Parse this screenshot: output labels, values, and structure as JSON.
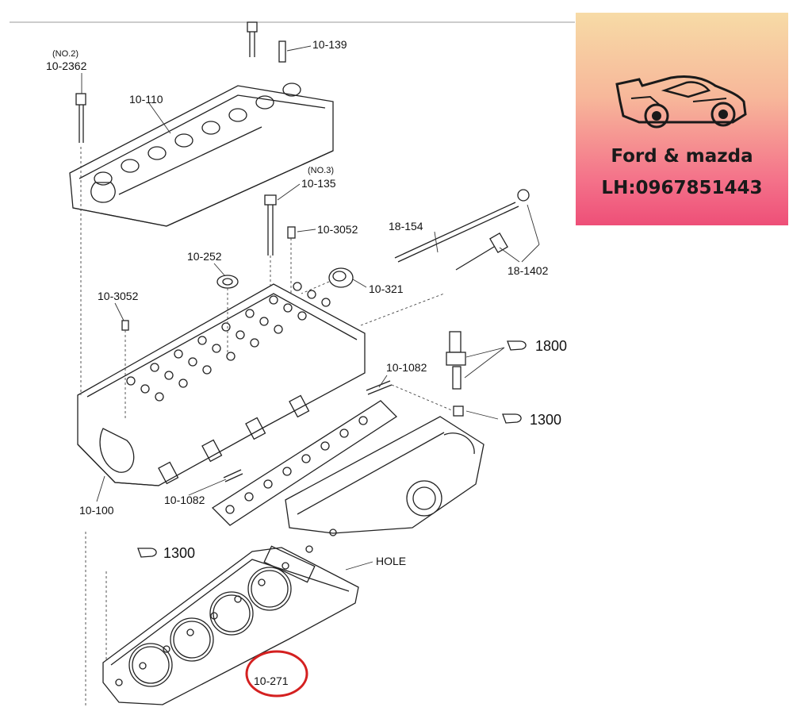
{
  "labels": {
    "no2": "(NO.2)",
    "p10_2362": "10-2362",
    "p10_110": "10-110",
    "p10_139": "10-139",
    "no3": "(NO.3)",
    "p10_135": "10-135",
    "p10_3052_top": "10-3052",
    "p10_252": "10-252",
    "p18_154": "18-154",
    "p10_321": "10-321",
    "p18_1402": "18-1402",
    "p10_3052_left": "10-3052",
    "ref1800": "1800",
    "p10_1082_right": "10-1082",
    "ref1300_right": "1300",
    "p10_100": "10-100",
    "p10_1082_left": "10-1082",
    "ref1300_left": "1300",
    "hole": "HOLE",
    "p10_271": "10-271"
  },
  "highlight": {
    "color": "#d42020",
    "target": "10-271"
  },
  "badge": {
    "title": "Ford & mazda",
    "phone": "LH:0967851443",
    "icon": "sports-car-icon",
    "colors": {
      "top": "#f7dba6",
      "bottom": "#ee4f78"
    }
  }
}
